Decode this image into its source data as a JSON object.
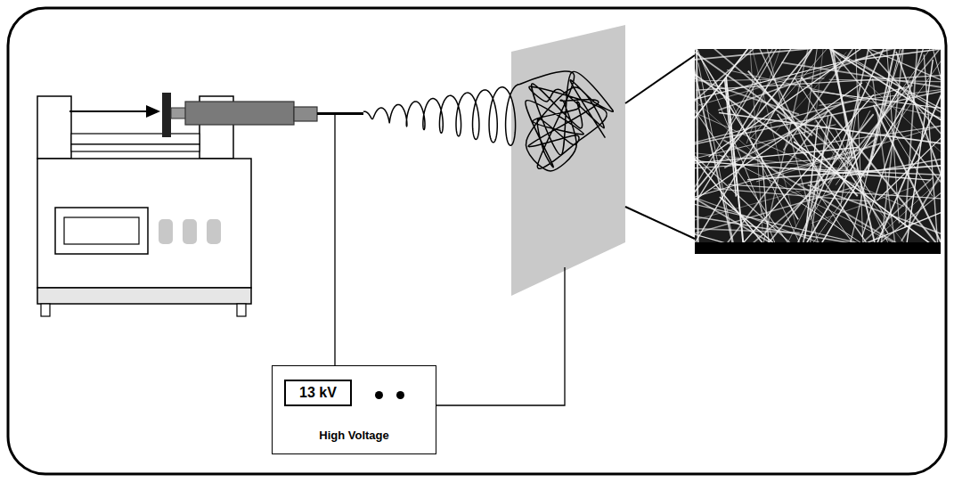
{
  "diagram": {
    "nodes": [
      {
        "text": [
          "High Voltage"
        ]
      },
      {
        "text": [
          "13 kV"
        ],
        "in": 0
      }
    ]
  }
}
